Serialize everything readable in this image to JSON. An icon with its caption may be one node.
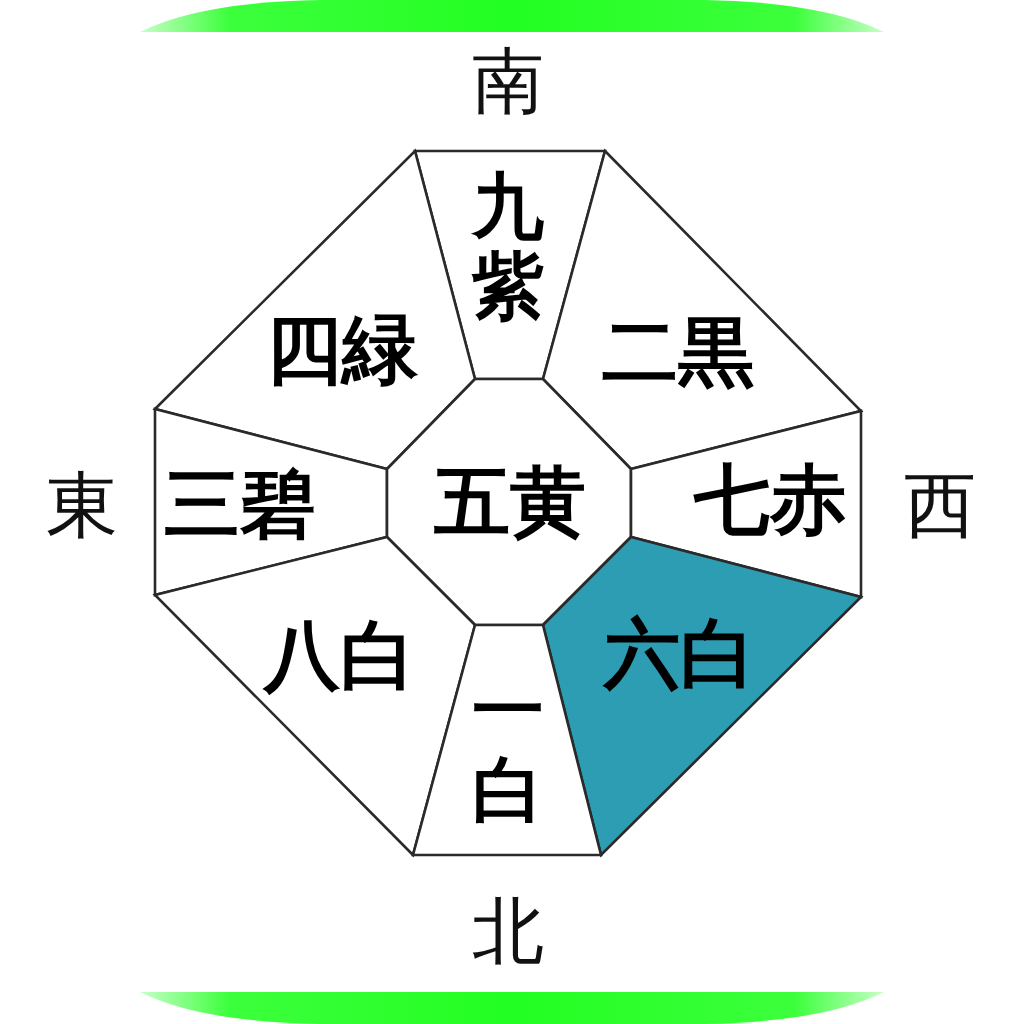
{
  "diagram": {
    "nodes": [
      {
        "text": [
          "九紫"
        ]
      },
      {
        "text": [
          "四緑"
        ]
      },
      {
        "text": [
          "二黒"
        ]
      },
      {
        "text": [
          "三碧"
        ]
      },
      {
        "text": [
          "五黄"
        ]
      },
      {
        "text": [
          "七赤"
        ]
      },
      {
        "text": [
          "八白"
        ]
      },
      {
        "text": [
          "六白"
        ]
      },
      {
        "text": [
          "一白"
        ]
      }
    ],
    "labels": [
      "南",
      "東",
      "西",
      "北"
    ]
  }
}
